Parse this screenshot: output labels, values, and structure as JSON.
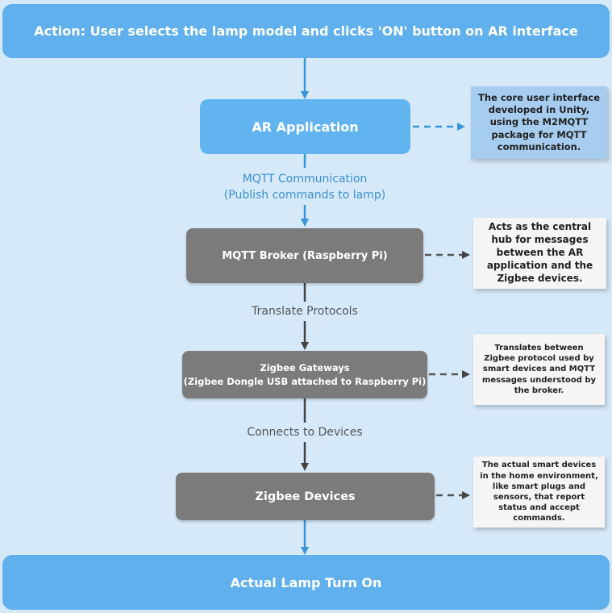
{
  "colors": {
    "background": "#d6e9f8",
    "blue_box": "#62b4f0",
    "gray_box": "#7b7b7b",
    "blue_arrow": "#3a94dc",
    "dark_arrow": "#444444"
  },
  "diagram": {
    "top_action": "Action: User selects the lamp model and clicks 'ON' button on AR interface",
    "bottom_action": "Actual Lamp Turn On",
    "nodes": [
      {
        "label": "AR Application",
        "note": "The core user interface developed in Unity, using the M2MQTT package for MQTT communication."
      },
      {
        "label": "MQTT Broker (Raspberry Pi)",
        "note": "Acts as the central hub for messages between the AR application and the Zigbee devices."
      },
      {
        "label_line1": "Zigbee Gateways",
        "label_line2": "(Zigbee Dongle USB attached to Raspberry Pi)",
        "note": "Translates between Zigbee protocol used by smart devices and MQTT messages understood by the broker."
      },
      {
        "label": "Zigbee Devices",
        "note": "The actual smart devices in the home environment, like smart plugs and sensors, that report status and accept commands."
      }
    ],
    "edges": [
      {
        "line1": "MQTT Communication",
        "line2": "(Publish commands to lamp)"
      },
      {
        "label": "Translate Protocols"
      },
      {
        "label": "Connects to Devices"
      }
    ]
  }
}
